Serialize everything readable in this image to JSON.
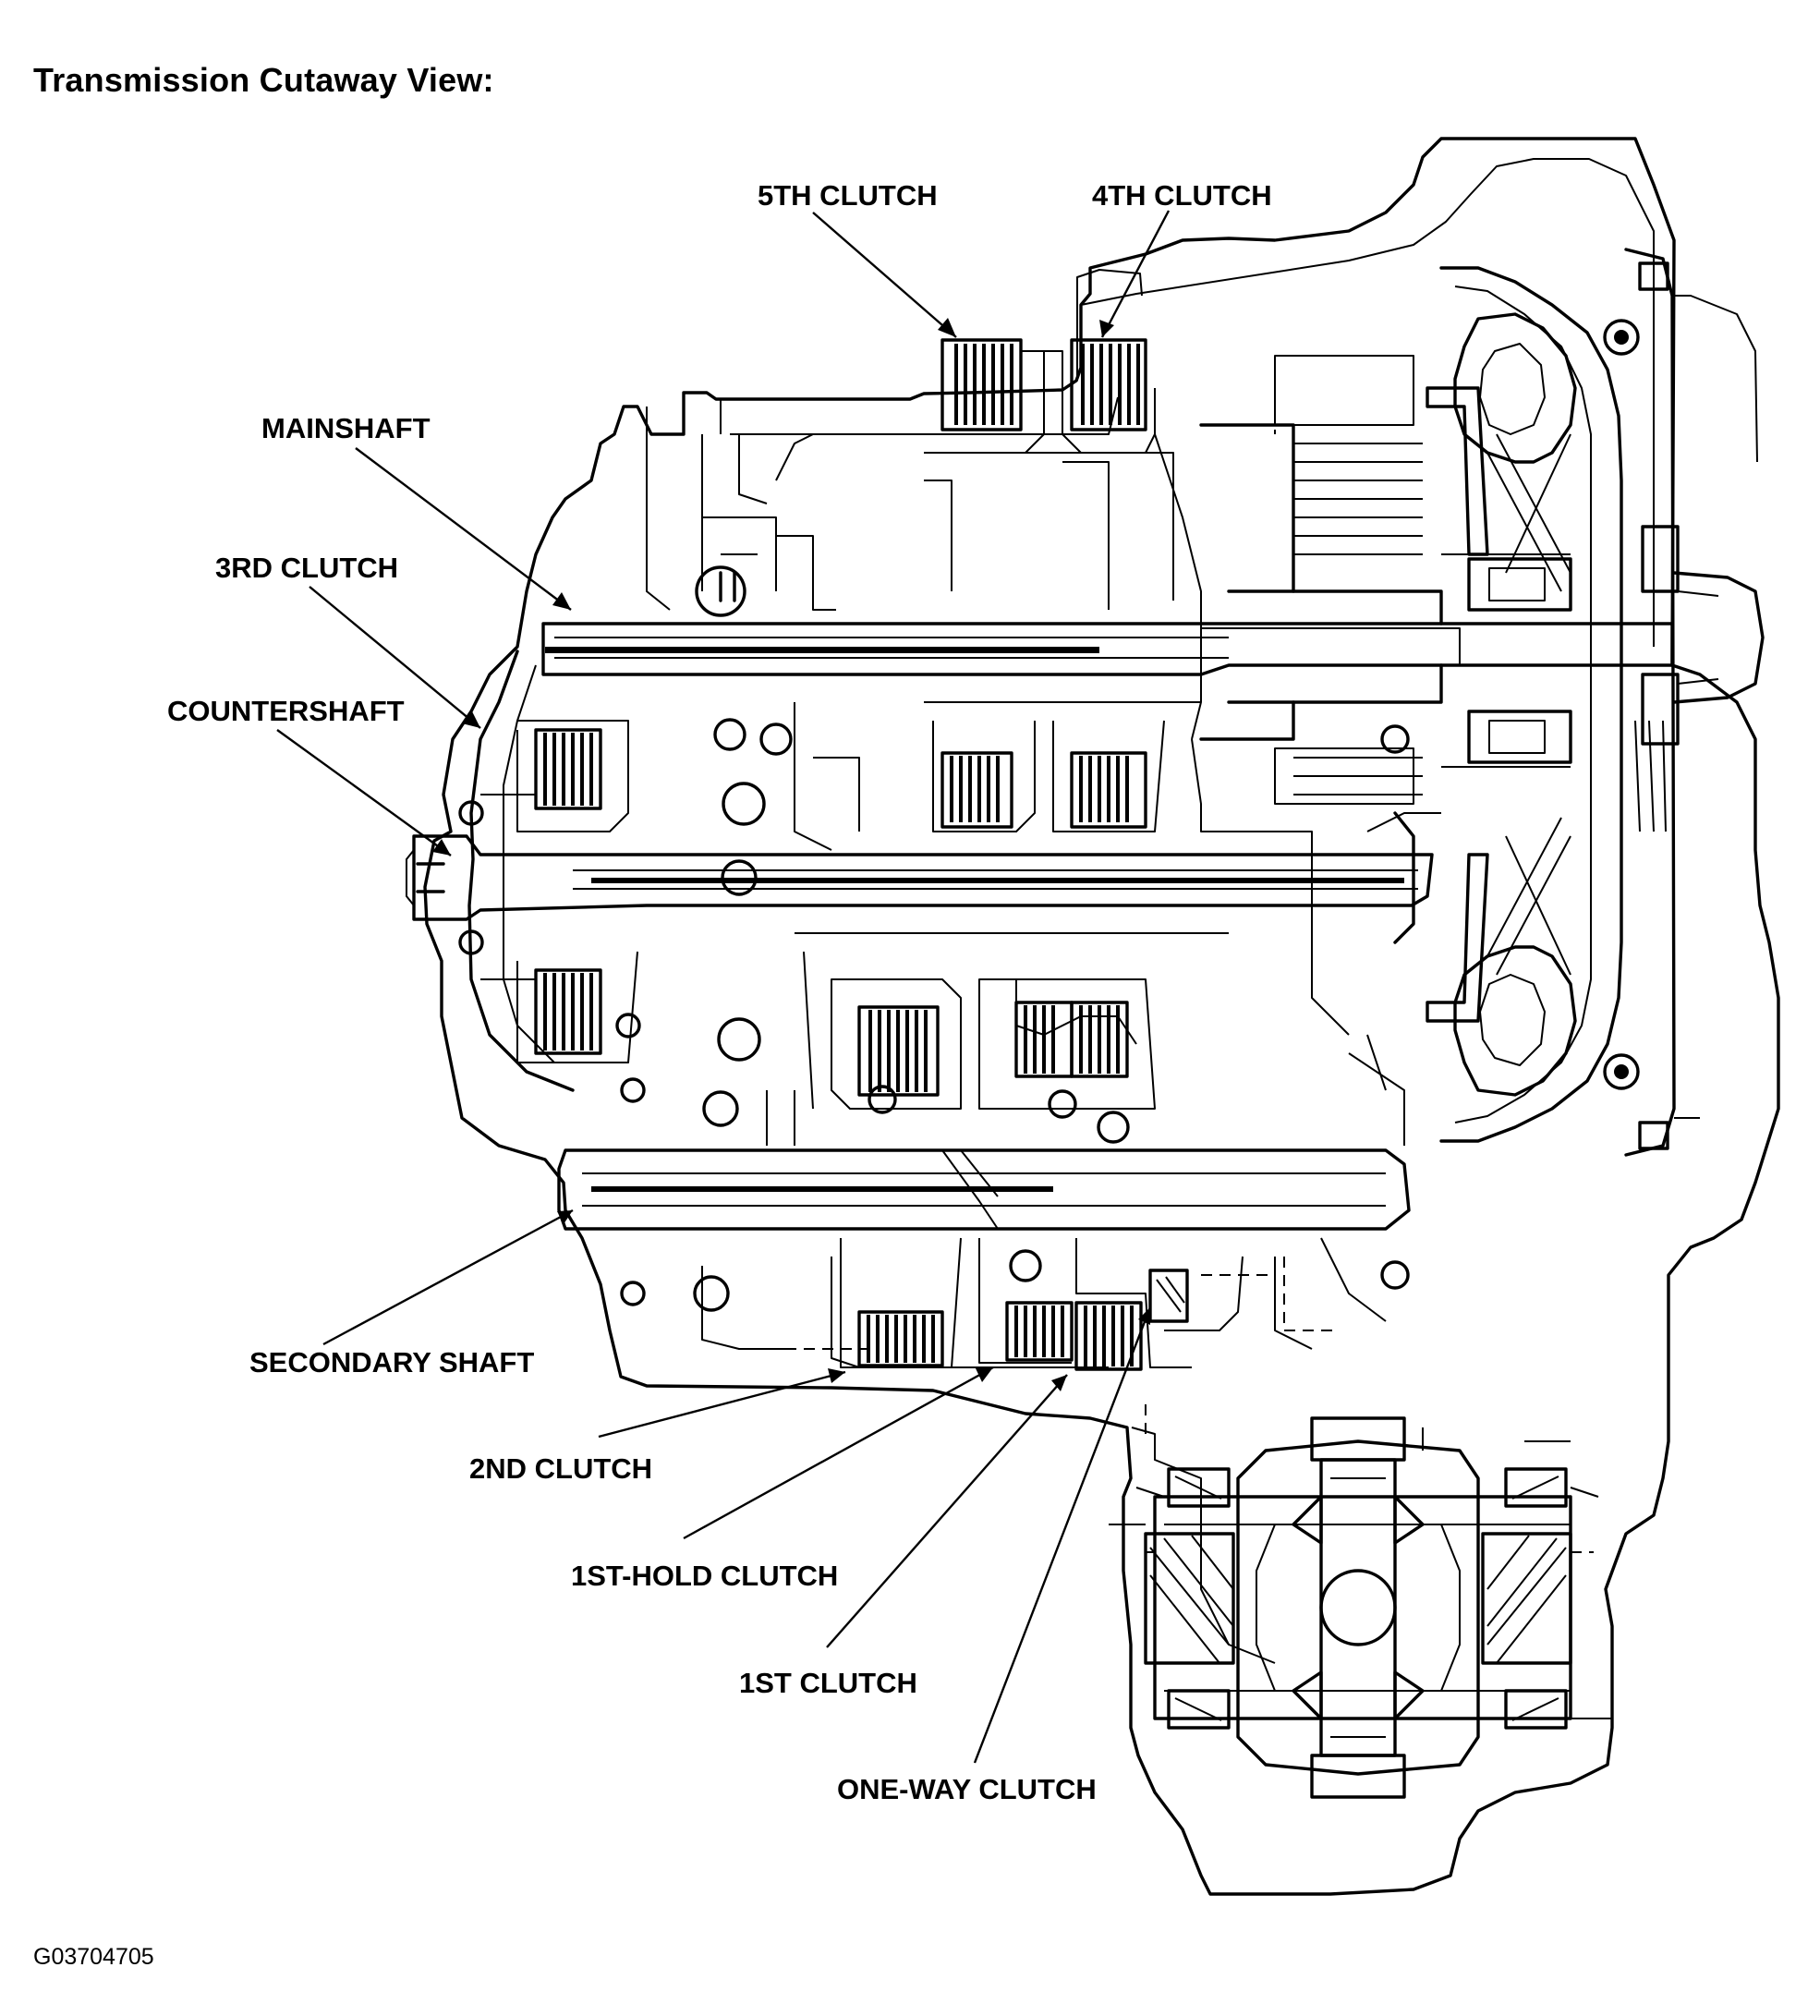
{
  "title": "Transmission Cutaway View:",
  "figure_id": "G03704705",
  "callouts": [
    {
      "key": "fifth_clutch",
      "label": "5TH CLUTCH"
    },
    {
      "key": "fourth_clutch",
      "label": "4TH CLUTCH"
    },
    {
      "key": "mainshaft",
      "label": "MAINSHAFT"
    },
    {
      "key": "third_clutch",
      "label": "3RD CLUTCH"
    },
    {
      "key": "countershaft",
      "label": "COUNTERSHAFT"
    },
    {
      "key": "secondary_shaft",
      "label": "SECONDARY SHAFT"
    },
    {
      "key": "second_clutch",
      "label": "2ND CLUTCH"
    },
    {
      "key": "first_hold_clutch",
      "label": "1ST-HOLD CLUTCH"
    },
    {
      "key": "first_clutch",
      "label": "1ST CLUTCH"
    },
    {
      "key": "one_way_clutch",
      "label": "ONE-WAY CLUTCH"
    }
  ]
}
